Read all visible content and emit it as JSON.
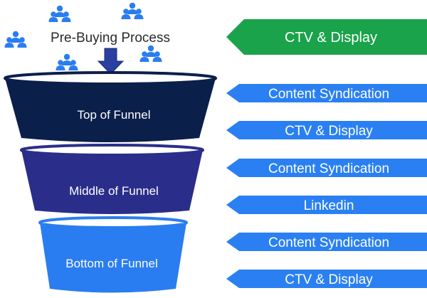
{
  "header": {
    "title": "Pre-Buying Process",
    "people_icon": "people-group-icon",
    "arrow_icon": "down-arrow-icon"
  },
  "funnel": [
    {
      "label": "Top of Funnel",
      "color": "#0b1f4b"
    },
    {
      "label": "Middle of Funnel",
      "color": "#2a2e8a"
    },
    {
      "label": "Bottom of Funnel",
      "color": "#2a7df0"
    }
  ],
  "channels": [
    {
      "label": "CTV & Display",
      "color": "#1aa34a"
    },
    {
      "label": "Content Syndication",
      "color": "#2a80f2"
    },
    {
      "label": "CTV & Display",
      "color": "#2a80f2"
    },
    {
      "label": "Content Syndication",
      "color": "#2a80f2"
    },
    {
      "label": "Linkedin",
      "color": "#2a80f2"
    },
    {
      "label": "Content Syndication",
      "color": "#2a80f2"
    },
    {
      "label": "CTV & Display",
      "color": "#2a80f2"
    }
  ],
  "colors": {
    "icon": "#2a7df0",
    "arrow": "#2a3fa0"
  }
}
